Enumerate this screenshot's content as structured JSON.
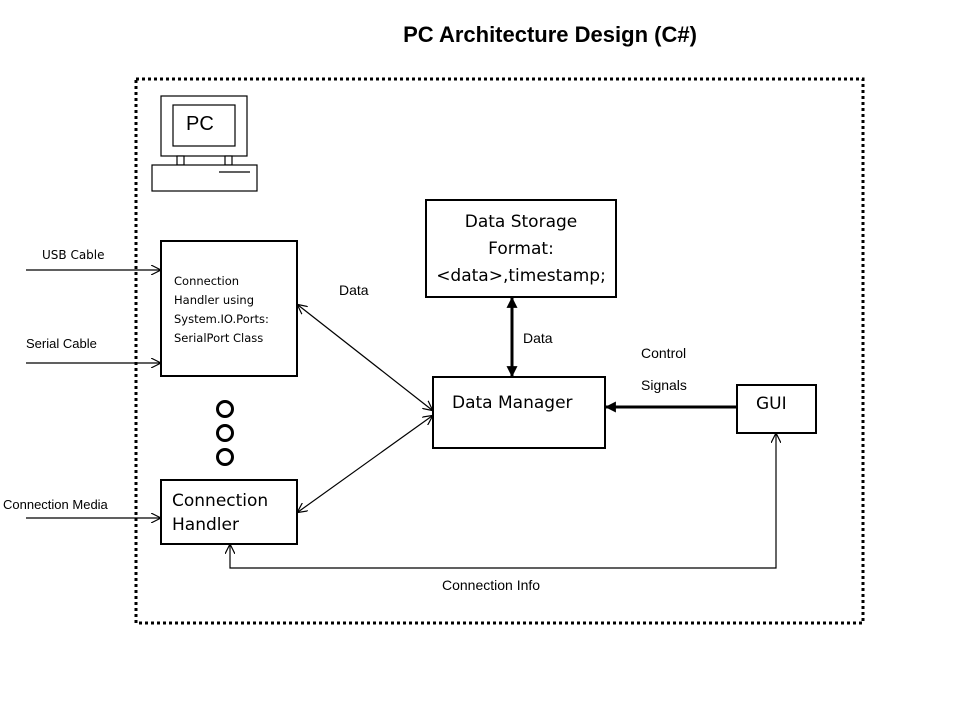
{
  "title": "PC Architecture Design (C#)",
  "pc_label": "PC",
  "inputs": {
    "usb": "USB Cable",
    "serial": "Serial Cable",
    "media": "Connection Media"
  },
  "connection_handler_top": {
    "line1": "Connection",
    "line2": "Handler using",
    "line3": "System.IO.Ports:",
    "line4": "SerialPort Class"
  },
  "connection_handler_bottom": {
    "line1": "Connection",
    "line2": "Handler"
  },
  "data_storage": {
    "line1": "Data Storage",
    "line2": "Format:",
    "line3": "<data>,timestamp;"
  },
  "data_manager": "Data Manager",
  "gui": "GUI",
  "edges": {
    "handler_data": "Data",
    "storage_data": "Data",
    "control_line1": "Control",
    "control_line2": "Signals",
    "connection_info": "Connection Info"
  }
}
